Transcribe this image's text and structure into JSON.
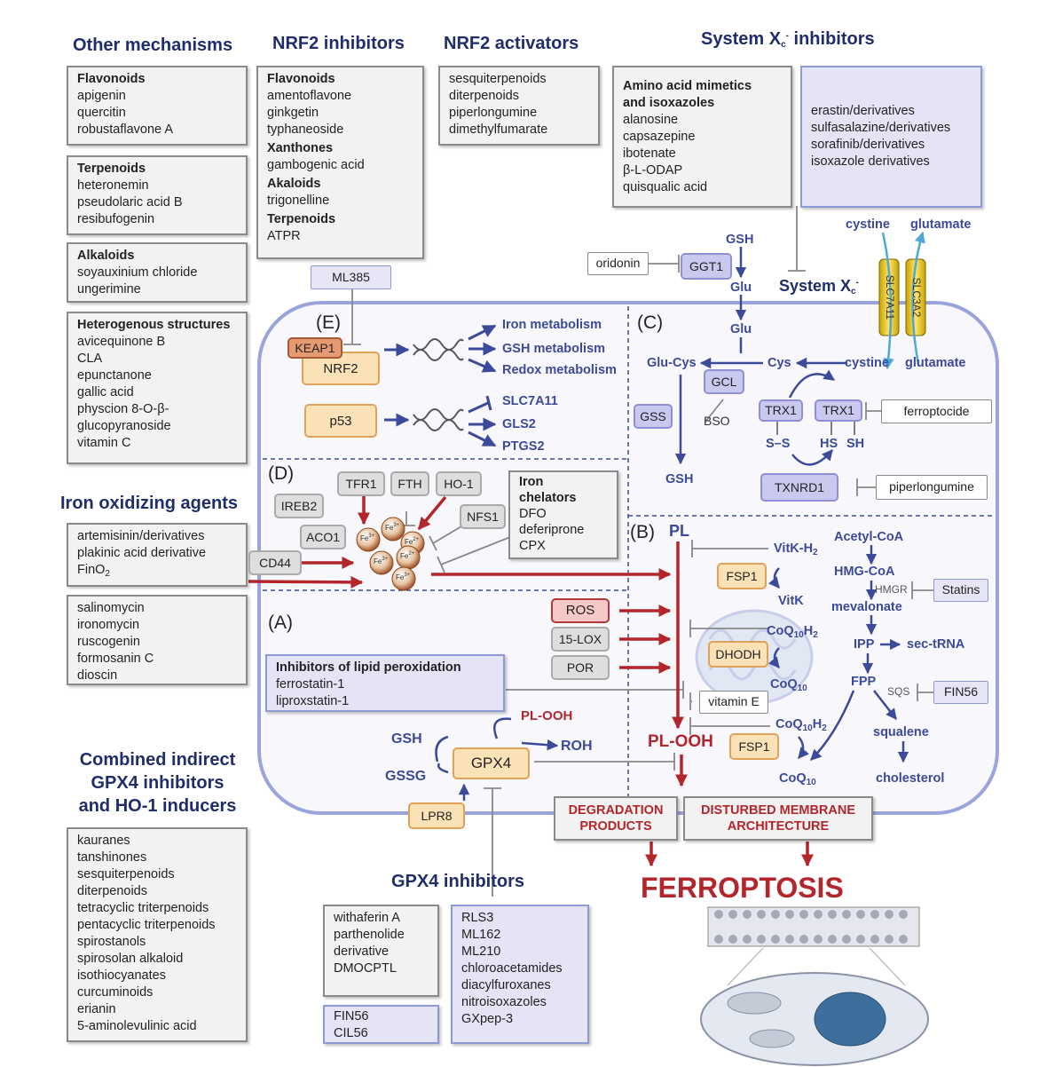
{
  "titles": {
    "other_mechanisms": "Other mechanisms",
    "nrf2_inhibitors": "NRF2 inhibitors",
    "nrf2_activators": "NRF2 activators",
    "system_xc_inhibitors": "System Xc- inhibitors",
    "iron_oxidizing": "Iron oxidizing agents",
    "combined_gpx4": [
      "Combined indirect",
      "GPX4 inhibitors",
      "and HO-1 inducers"
    ],
    "gpx4_inhibitors": "GPX4 inhibitors",
    "ferroptosis": "FERROPTOSIS"
  },
  "other_mechanisms": [
    {
      "heading": "Flavonoids",
      "items": [
        "apigenin",
        "quercitin",
        "robustaflavone A"
      ]
    },
    {
      "heading": "Terpenoids",
      "items": [
        "heteronemin",
        "pseudolaric acid B",
        "resibufogenin"
      ]
    },
    {
      "heading": "Alkaloids",
      "items": [
        "soyauxinium chloride",
        "ungerimine"
      ]
    },
    {
      "heading": "Heterogenous structures",
      "items": [
        "avicequinone B",
        "CLA",
        "epunctanone",
        "gallic acid",
        "physcion 8-O-β-",
        "glucopyranoside",
        "vitamin C"
      ]
    }
  ],
  "nrf2_inhibitors": [
    {
      "heading": "Flavonoids",
      "items": [
        "amentoflavone",
        "ginkgetin",
        "typhaneoside"
      ]
    },
    {
      "heading": "Xanthones",
      "items": [
        "gambogenic acid"
      ]
    },
    {
      "heading": "Akaloids",
      "items": [
        "trigonelline"
      ]
    },
    {
      "heading": "Terpenoids",
      "items": [
        "ATPR"
      ]
    }
  ],
  "nrf2_activators": [
    "sesquiterpenoids",
    "diterpenoids",
    "piperlongumine",
    "dimethylfumarate"
  ],
  "xc_inhibitors_grey": {
    "heading": "Amino acid mimetics and isoxazoles",
    "heading_lines": [
      "Amino acid mimetics",
      "and isoxazoles"
    ],
    "items": [
      "alanosine",
      "capsazepine",
      "ibotenate",
      "β-L-ODAP",
      "quisqualic acid"
    ]
  },
  "xc_inhibitors_blue": [
    "erastin/derivatives",
    "sulfasalazine/derivatives",
    "sorafinib/derivatives",
    "isoxazole derivatives"
  ],
  "iron_oxidizing_1": [
    "artemisinin/derivatives",
    "plakinic acid derivative",
    "FinO2"
  ],
  "iron_oxidizing_2": [
    "salinomycin",
    "ironomycin",
    "ruscogenin",
    "formosanin C",
    "dioscin"
  ],
  "combined_gpx4_list": [
    "kauranes",
    "tanshinones",
    "sesquiterpenoids",
    "diterpenoids",
    "tetracyclic triterpenoids",
    "pentacyclic triterpenoids",
    "spirostanols",
    "spirosolan alkaloid",
    "isothiocyanates",
    "curcuminoids",
    "erianin",
    "5-aminolevulinic acid"
  ],
  "gpx4_inhibitors_grey": [
    "withaferin A",
    "parthenolide",
    "derivative",
    "DMOCPTL"
  ],
  "gpx4_inhibitors_grey2": [
    "FIN56",
    "CIL56"
  ],
  "gpx4_inhibitors_blue": [
    "RLS3",
    "ML162",
    "ML210",
    "chloroacetamides",
    "diacylfuroxanes",
    "nitroisoxazoles",
    "GXpep-3"
  ],
  "sections": {
    "E": "(E)",
    "C": "(C)",
    "D": "(D)",
    "B": "(B)",
    "A": "(A)"
  },
  "sectionE": {
    "ml385": "ML385",
    "keap1": "KEAP1",
    "nrf2": "NRF2",
    "p53": "p53",
    "targets_nrf2": [
      "Iron metabolism",
      "GSH metabolism",
      "Redox metabolism"
    ],
    "targets_p53": [
      "SLC7A11",
      "GLS2",
      "PTGS2"
    ]
  },
  "sectionC": {
    "oridonin": "oridonin",
    "ggt1": "GGT1",
    "gsh_top": "GSH",
    "glu1": "Glu",
    "glu2": "Glu",
    "system_xc": "System Xc-",
    "cystine_out": "cystine",
    "glutamate_out": "glutamate",
    "cystine_in": "cystine",
    "glutamate_in": "glutamate",
    "slc7a11": "SLC7A11",
    "slc3a2": "SLC3A2",
    "glu_cys": "Glu-Cys",
    "cys": "Cys",
    "gcl": "GCL",
    "bso": "BSO",
    "gss": "GSS",
    "gsh": "GSH",
    "trx1_a": "TRX1",
    "trx1_b": "TRX1",
    "ss": "S–S",
    "hs": "HS",
    "sh": "SH",
    "ferroptocide": "ferroptocide",
    "txnrd1": "TXNRD1",
    "piperlongumine": "piperlongumine"
  },
  "sectionD": {
    "tfr1": "TFR1",
    "fth": "FTH",
    "ho1": "HO-1",
    "ireb2": "IREB2",
    "aco1": "ACO1",
    "nfs1": "NFS1",
    "cd44": "CD44",
    "iron_chelators": {
      "heading_lines": [
        "Iron",
        "chelators"
      ],
      "items": [
        "DFO",
        "deferiprone",
        "CPX"
      ]
    },
    "fe": "Fe"
  },
  "sectionB": {
    "pl": "PL",
    "vitk_h2": "VitK-H2",
    "vitk": "VitK",
    "fsp1_a": "FSP1",
    "fsp1_b": "FSP1",
    "acetyl_coa": "Acetyl-CoA",
    "hmg_coa": "HMG-CoA",
    "hmgr": "HMGR",
    "statins": "Statins",
    "mevalonate": "mevalonate",
    "ipp": "IPP",
    "sec_trna": "sec-tRNA",
    "fpp": "FPP",
    "sqs": "SQS",
    "fin56": "FIN56",
    "squalene": "squalene",
    "cholesterol": "cholesterol",
    "coq10h2_a": "CoQ10H2",
    "coq10_a": "CoQ10",
    "dhodh": "DHODH",
    "vitamin_e": "vitamin E",
    "coq10h2_b": "CoQ10H2",
    "coq10_b": "CoQ10",
    "pl_ooh": "PL-OOH"
  },
  "sectionA": {
    "ros": "ROS",
    "lox15": "15-LOX",
    "por": "POR",
    "inhibitors_heading": "Inhibitors of lipid peroxidation",
    "inhibitors": [
      "ferrostatin-1",
      "liproxstatin-1"
    ],
    "gsh": "GSH",
    "gssg": "GSSG",
    "gpx4": "GPX4",
    "pl_ooh": "PL-OOH",
    "roh": "ROH",
    "lpr8": "LPR8"
  },
  "outcomes": {
    "degradation": [
      "DEGRADATION",
      "PRODUCTS"
    ],
    "membrane": [
      "DISTURBED MEMBRANE",
      "ARCHITECTURE"
    ]
  },
  "colors": {
    "title": "#1f2e6b",
    "arrow_blue": "#3b4a99",
    "arrow_red": "#b3262c",
    "cell": "#8e9ad6",
    "cyan": "#4fa8d8"
  }
}
